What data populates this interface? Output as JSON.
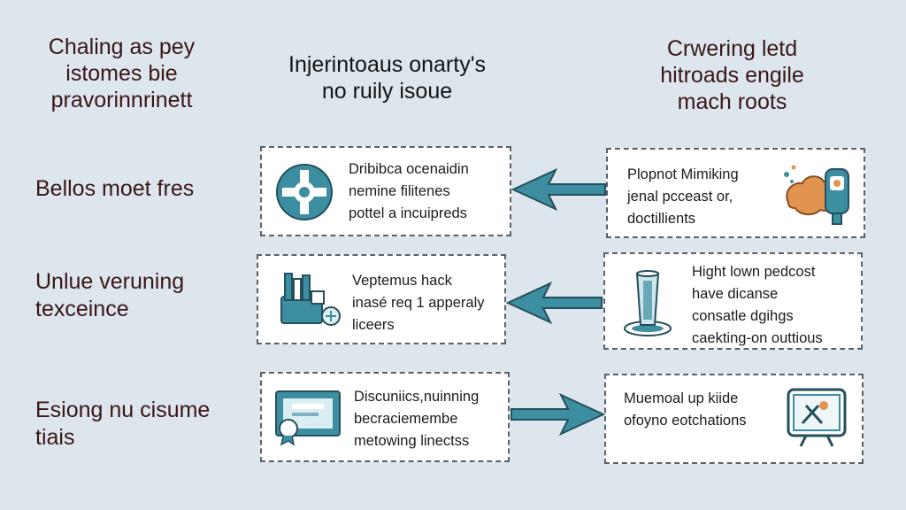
{
  "headers": {
    "left": [
      "Chaling as pey",
      "istomes bie",
      "pravorinnrinett"
    ],
    "middle": [
      "Injerintoaus onarty's",
      "no ruily isoue"
    ],
    "right": [
      "Crwering letd",
      "hitroads engile",
      "mach roots"
    ]
  },
  "rows": [
    {
      "label": [
        "Bellos moet fres"
      ],
      "left_box": {
        "lines": [
          "Dribibca ocenaidin",
          "nemine filitenes",
          "pottel a incuipreds"
        ],
        "icon": "gear-circle-icon"
      },
      "right_box": {
        "lines": [
          "Plopnot Mimiking",
          "jenal pcceast or,",
          "doctillients"
        ],
        "icon": "brain-robot-icon"
      },
      "arrow": "left"
    },
    {
      "label": [
        "Unlue veruning",
        "texceince"
      ],
      "left_box": {
        "lines": [
          "Veptemus hack",
          "inasé req 1 apperaly",
          "liceers"
        ],
        "icon": "toolbox-icon"
      },
      "right_box": {
        "lines": [
          "Hight lown pedcost",
          "have dicanse",
          "consatle dgihgs",
          "caekting-on outtious"
        ],
        "icon": "glass-cylinder-icon"
      },
      "arrow": "left"
    },
    {
      "label": [
        "Esiong nu cisume",
        "tiais"
      ],
      "left_box": {
        "lines": [
          "Discuniics,nuinning",
          "becraciemembe",
          "metowing linectss"
        ],
        "icon": "certificate-icon"
      },
      "right_box": {
        "lines": [
          "Muemoal up kiide",
          "ofoyno eotchations"
        ],
        "icon": "monitor-tools-icon"
      },
      "arrow": "right"
    }
  ],
  "colors": {
    "background": "#dde6ec",
    "accent": "#3d8ea1",
    "heading": "#3a1618",
    "border": "#59626a",
    "orange": "#e0944f"
  }
}
